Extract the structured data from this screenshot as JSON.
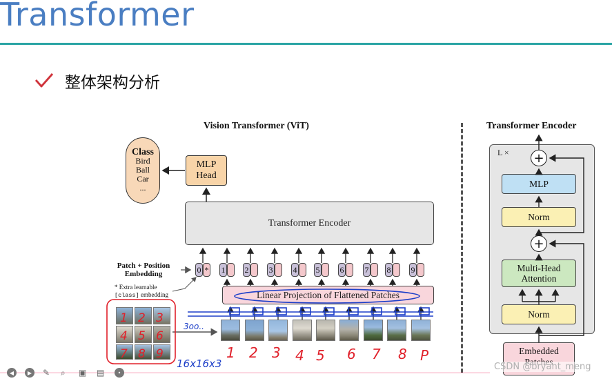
{
  "slide": {
    "title": "Transformer",
    "bullet_text": "整体架构分析"
  },
  "vit": {
    "header": "Vision Transformer (ViT)",
    "class_box": {
      "title": "Class",
      "items": [
        "Bird",
        "Ball",
        "Car",
        "..."
      ]
    },
    "mlp_head": {
      "line1": "MLP",
      "line2": "Head"
    },
    "encoder_label": "Transformer Encoder",
    "patch_embed_label": "Patch + Position Embedding",
    "extra_note_prefix": "* Extra learnable",
    "extra_note_mono": "[class]",
    "extra_note_suffix": " embedding",
    "linear_projection_label": "Linear Projection of Flattened Patches",
    "position_tokens": [
      "0",
      "1",
      "2",
      "3",
      "4",
      "5",
      "6",
      "7",
      "8",
      "9"
    ],
    "class_token_symbol": "*",
    "handwritten_patch_numbers": [
      "1",
      "2",
      "3",
      "4",
      "5",
      "6",
      "7",
      "8",
      "P"
    ],
    "handwritten_grid_numbers": [
      "1",
      "2",
      "3",
      "4",
      "5",
      "6",
      "7",
      "8",
      "9"
    ],
    "handwritten_dim_label": "3oo..",
    "handwritten_shape_label": "16x16x3"
  },
  "encoder_detail": {
    "header": "Transformer Encoder",
    "repeat_label": "L ×",
    "blocks": {
      "mlp": "MLP",
      "norm_top": "Norm",
      "mha_line1": "Multi-Head",
      "mha_line2": "Attention",
      "norm_bottom": "Norm"
    },
    "plus_symbol": "+",
    "embedded_patches_line1": "Embedded",
    "embedded_patches_line2": "Patches"
  },
  "watermark": "CSDN @bryant_meng",
  "colors": {
    "title_blue": "#4a7ec2",
    "rule_teal": "#2aa4a4",
    "bullet_red": "#d0343c",
    "annotation_blue": "#1d3fc8",
    "annotation_red": "#e0202a",
    "mlp_blue": "#bfe0f4",
    "norm_yellow": "#fbf0b4",
    "attention_green": "#cce8c0",
    "patch_pink": "#f9d6dc",
    "head_orange": "#f8d4a8"
  }
}
